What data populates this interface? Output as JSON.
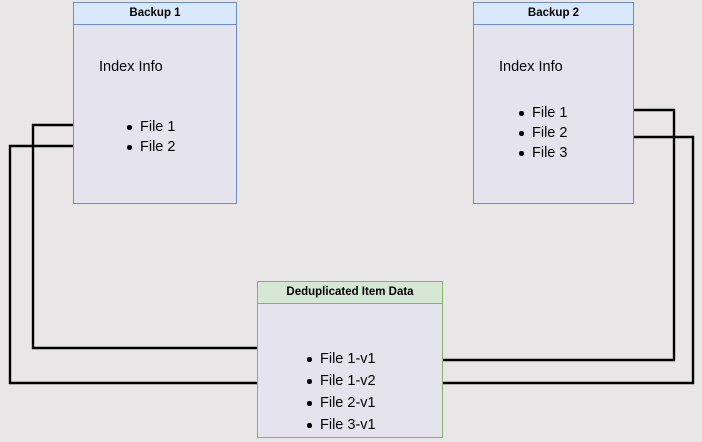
{
  "diagram": {
    "type": "backup-deduplication-flow",
    "background_color": "#e9e6e7",
    "title": "",
    "nodes": [
      {
        "id": "backup1",
        "title": "Backup 1",
        "section_label": "Index Info",
        "items": [
          "File 1",
          "File 2"
        ],
        "header_color": "#dae8fc",
        "border_color": "#6c8ebf",
        "body_color": "#e4e3ee"
      },
      {
        "id": "backup2",
        "title": "Backup 2",
        "section_label": "Index Info",
        "items": [
          "File 1",
          "File 2",
          "File 3"
        ],
        "header_color": "#dae8fc",
        "border_color": "#6c8ebf",
        "body_color": "#e4e3ee"
      },
      {
        "id": "dedup",
        "title": "Deduplicated Item Data",
        "section_label": "",
        "items": [
          "File 1-v1",
          "File 1-v2",
          "File 2-v1",
          "File 3-v1"
        ],
        "header_color": "#d5e8d4",
        "border_color": "#82b366",
        "body_color": "#e4e3ee"
      }
    ],
    "edges": [
      {
        "from": "backup1.File 1",
        "to": "dedup.File 1-v1",
        "direction": "right"
      },
      {
        "from": "backup1.File 2",
        "to": "dedup.File 2-v1",
        "direction": "right"
      },
      {
        "from": "backup2.File 1",
        "to": "dedup.File 1-v2",
        "direction": "left"
      },
      {
        "from": "backup2.File 2",
        "to": "dedup.File 2-v1",
        "direction": "left"
      }
    ],
    "edge_color": "#000000"
  }
}
